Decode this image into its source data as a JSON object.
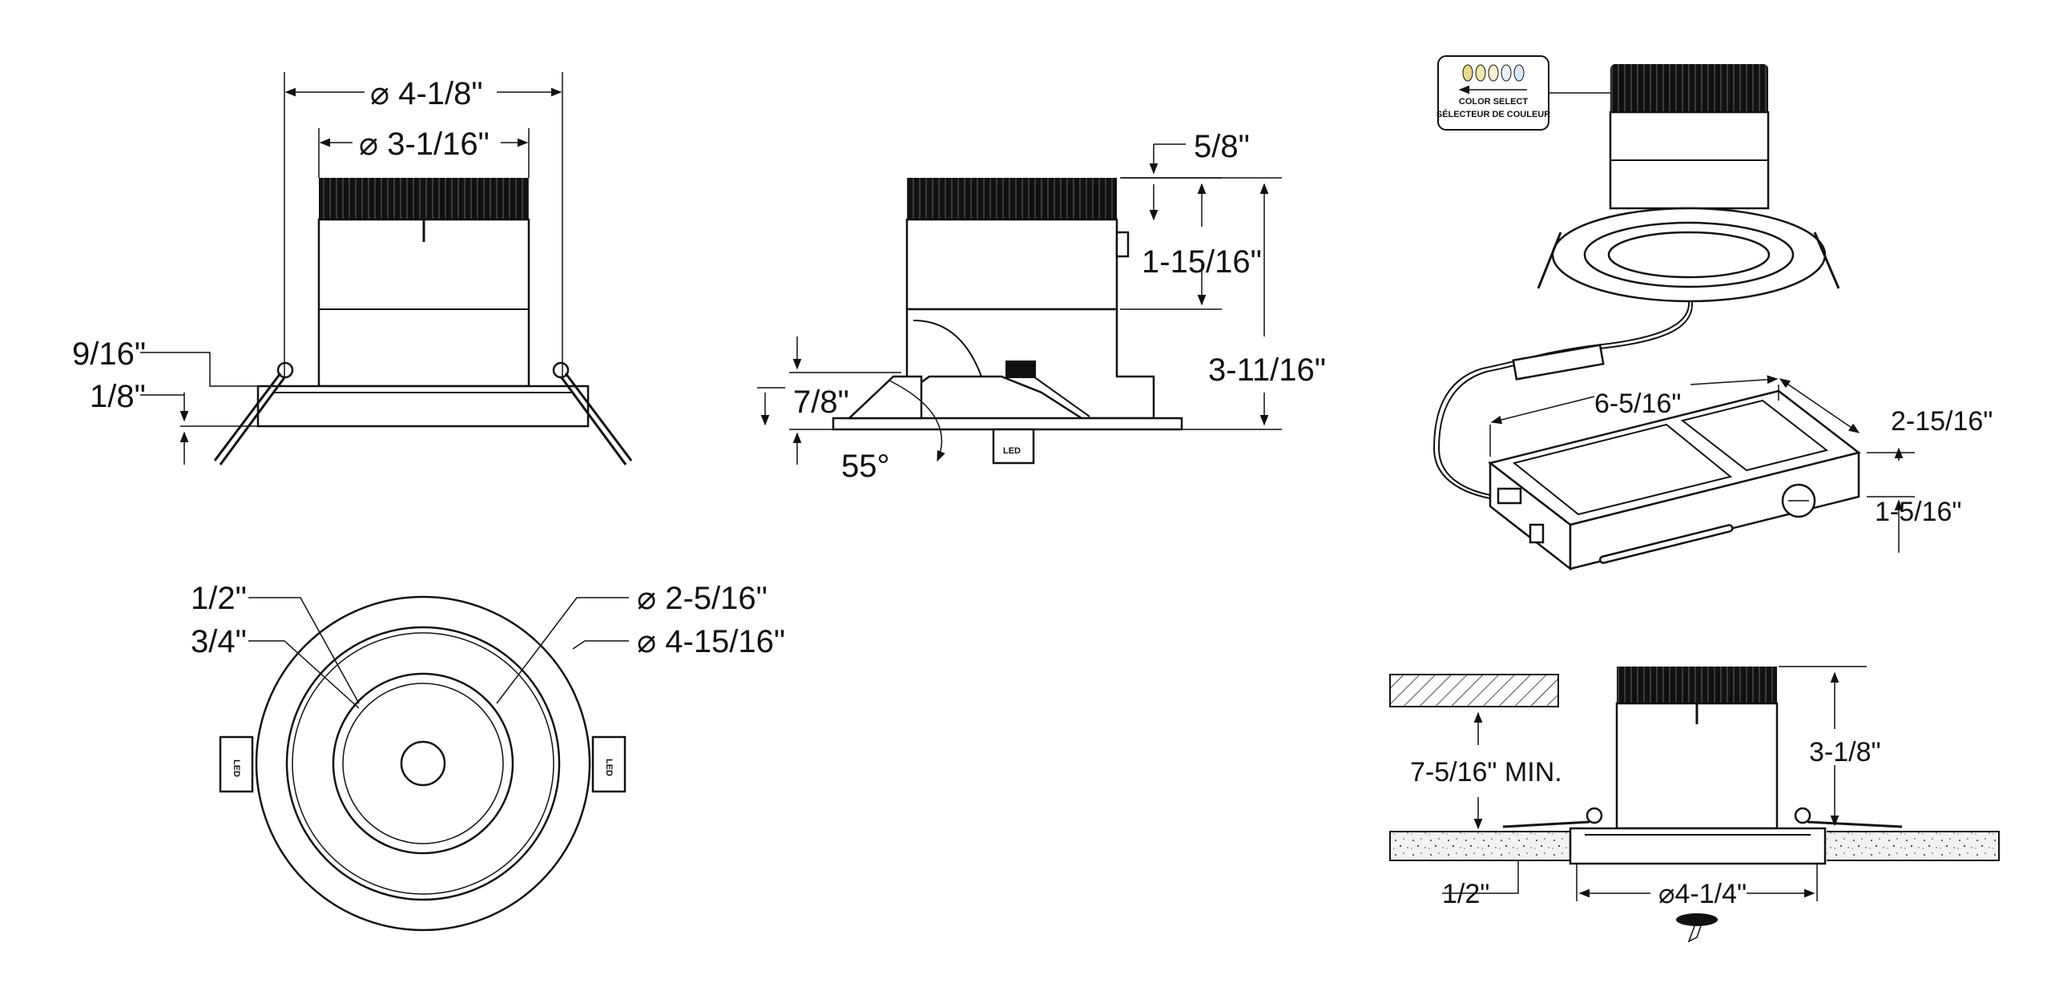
{
  "front_view": {
    "outer_diameter": "4-1/8\"",
    "inner_diameter": "3-1/16\"",
    "flange_height_1": "9/16\"",
    "flange_height_2": "1/8\""
  },
  "side_view": {
    "top_ring": "5/8\"",
    "upper_height": "1-15/16\"",
    "total_height": "3-11/16\"",
    "lower_height": "7/8\"",
    "tilt_angle": "55°"
  },
  "bottom_view": {
    "offset_1": "1/2\"",
    "offset_2": "3/4\"",
    "lens_diameter": "2-5/16\"",
    "trim_diameter": "4-15/16\""
  },
  "junction_box": {
    "color_select_label_en": "COLOR SELECT",
    "color_select_label_fr": "SÉLECTEUR DE COULEUR",
    "length": "6-5/16\"",
    "width": "2-15/16\"",
    "height": "1-5/16\""
  },
  "installation": {
    "clearance": "7-5/16\" MIN.",
    "height": "3-1/8\"",
    "ceiling_thickness": "1/2\"",
    "cutout_diameter": "4-1/4\""
  }
}
